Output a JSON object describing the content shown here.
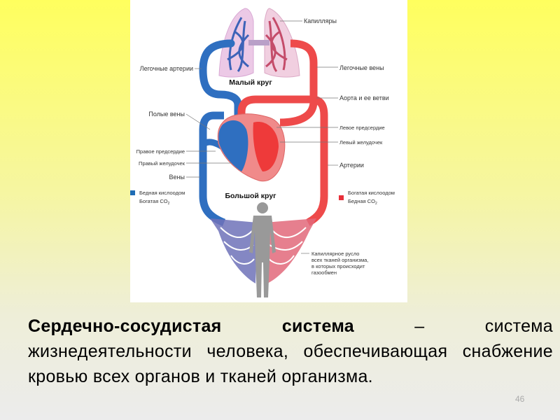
{
  "diagram": {
    "labels": {
      "capillaries": "Капилляры",
      "pulmonary_arteries": "Легочные артерии",
      "pulmonary_veins": "Легочные вены",
      "small_circle": "Малый круг",
      "aorta": "Аорта и ее ветви",
      "vena_cava": "Полые вены",
      "left_atrium": "Левое предсердие",
      "left_ventricle": "Левый желудочек",
      "right_atrium": "Правое предсердие",
      "right_ventricle": "Правый желудочек",
      "arteries": "Артерии",
      "veins": "Вены",
      "big_circle": "Большой круг",
      "capillary_bed": [
        "Капиллярное русло",
        "всех тканей организма,",
        "в которых происходит",
        "газообмен"
      ]
    },
    "legend": [
      {
        "color": "#1f6db5",
        "line1": "Бедная кислоодом",
        "line2": "Богатая CO",
        "sub": "2"
      },
      {
        "color": "#e8303a",
        "line1": "Богатая кислоодом",
        "line2": "Бедная CO",
        "sub": "2"
      }
    ],
    "colors": {
      "venous": "#2f6fc0",
      "arterial": "#ee4a4a",
      "lung": "#e9c7e3"
    }
  },
  "caption": {
    "bold": "Сердечно-сосудистая система",
    "rest": " – система жизнедеятельности человека, обеспечивающая снабжение кровью всех органов и тканей организма."
  },
  "page_number": "46"
}
